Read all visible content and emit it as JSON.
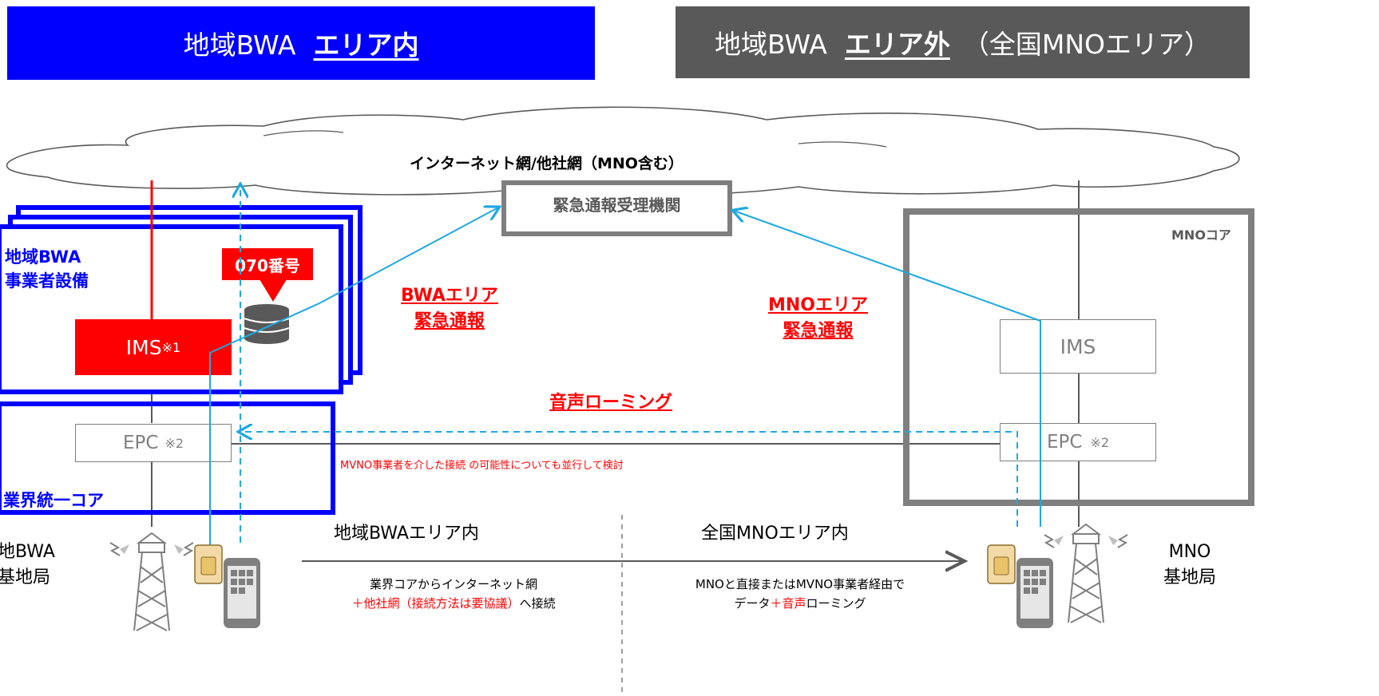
{
  "banners": {
    "left": {
      "prefix": "地域BWA",
      "emph": "エリア内"
    },
    "right": {
      "prefix": "地域BWA",
      "emph": "エリア外",
      "suffix": "（全国MNOエリア）"
    }
  },
  "cloud": {
    "label": "インターネット網/他社網（MNO含む）"
  },
  "emergency_agency": "緊急通報受理機関",
  "bwa": {
    "equip_label_line1": "地域BWA",
    "equip_label_line2": "事業者設備",
    "number_badge": "070番号",
    "ims_label": "IMS",
    "ims_note": "※1",
    "epc_label": "EPC",
    "epc_note": "※2",
    "core_label": "業界統一コア",
    "base_line1": "地BWA",
    "base_line2": "基地局"
  },
  "mno": {
    "core_label": "MNOコア",
    "ims_label": "IMS",
    "epc_label": "EPC",
    "epc_note": "※2",
    "base_line1": "MNO",
    "base_line2": "基地局"
  },
  "labels": {
    "bwa_emergency_1": "BWAエリア",
    "bwa_emergency_2": "緊急通報",
    "mno_emergency_1": "MNOエリア",
    "mno_emergency_2": "緊急通報",
    "voice_roaming": "音声ローミング",
    "mvno_note": "MVNO事業者を介した接続 の可能性についても並行して検討",
    "area_bwa": "地域BWAエリア内",
    "area_mno": "全国MNOエリア内",
    "left_desc_1": "業界コアからインターネット網",
    "left_desc_2_red": "＋他社網（接続方法は要協議）",
    "left_desc_2_black": "へ接続",
    "right_desc_1": "MNOと直接またはMVNO事業者経由で",
    "right_desc_2_a": "データ",
    "right_desc_2_red": "＋音声",
    "right_desc_2_b": "ローミング"
  },
  "colors": {
    "bwa_blue": "#0000ff",
    "ims_red": "#ff0000",
    "mno_gray": "#595959",
    "link_cyan": "#1fa8e0",
    "accent_red": "#ff0000"
  }
}
